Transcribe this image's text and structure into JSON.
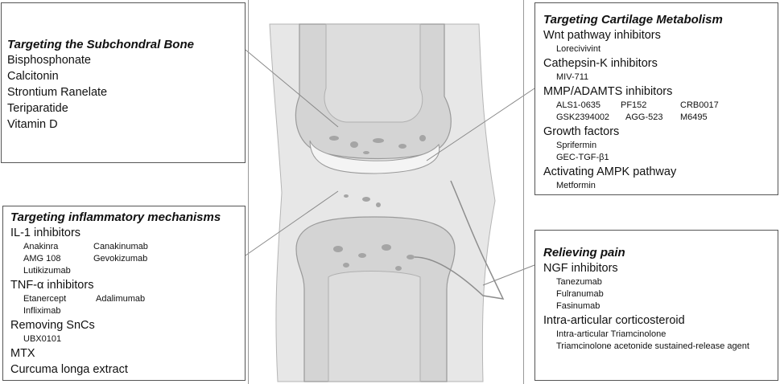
{
  "bone": {
    "title": "Targeting the Subchondral Bone",
    "items": [
      "Bisphosphonate",
      "Calcitonin",
      "Strontium Ranelate",
      "Teriparatide",
      "Vitamin D"
    ]
  },
  "inflammation": {
    "title": "Targeting inflammatory mechanisms",
    "il1": "IL-1 inhibitors",
    "il1_drugs": [
      "Anakinra",
      "Canakinumab",
      "AMG 108",
      "Gevokizumab",
      "Lutikizumab"
    ],
    "tnf": "TNF-α inhibitors",
    "tnf_drugs": [
      "Etanercept",
      "Adalimumab",
      "Infliximab"
    ],
    "sncs": "Removing SnCs",
    "sncs_drugs": [
      "UBX0101"
    ],
    "mtx": "MTX",
    "curcuma": "Curcuma longa extract"
  },
  "cartilage": {
    "title": "Targeting Cartilage Metabolism",
    "wnt": "Wnt pathway inhibitors",
    "wnt_drugs": [
      "Lorecivivint"
    ],
    "cathepsin": "Cathepsin-K inhibitors",
    "cathepsin_drugs": [
      "MIV-711"
    ],
    "mmp": "MMP/ADAMTS inhibitors",
    "mmp_drugs": [
      "ALS1-0635",
      "PF152",
      "CRB0017",
      "GSK2394002",
      "AGG-523",
      "M6495"
    ],
    "growth": "Growth factors",
    "growth_drugs": [
      "Sprifermin",
      "GEC-TGF-β1"
    ],
    "ampk": "Activating AMPK pathway",
    "ampk_drugs": [
      "Metformin"
    ]
  },
  "pain": {
    "title": "Relieving pain",
    "ngf": "NGF inhibitors",
    "ngf_drugs": [
      "Tanezumab",
      "Fulranumab",
      "Fasinumab"
    ],
    "steroid": "Intra-articular corticosteroid",
    "steroid_drugs": [
      "Intra-articular Triamcinolone",
      "Triamcinolone acetonide sustained-release agent"
    ]
  },
  "colors": {
    "bone": "#d2d2d2",
    "cartilage": "#e6e6e6",
    "outline": "#8a8a8a",
    "box_border": "#555555"
  }
}
